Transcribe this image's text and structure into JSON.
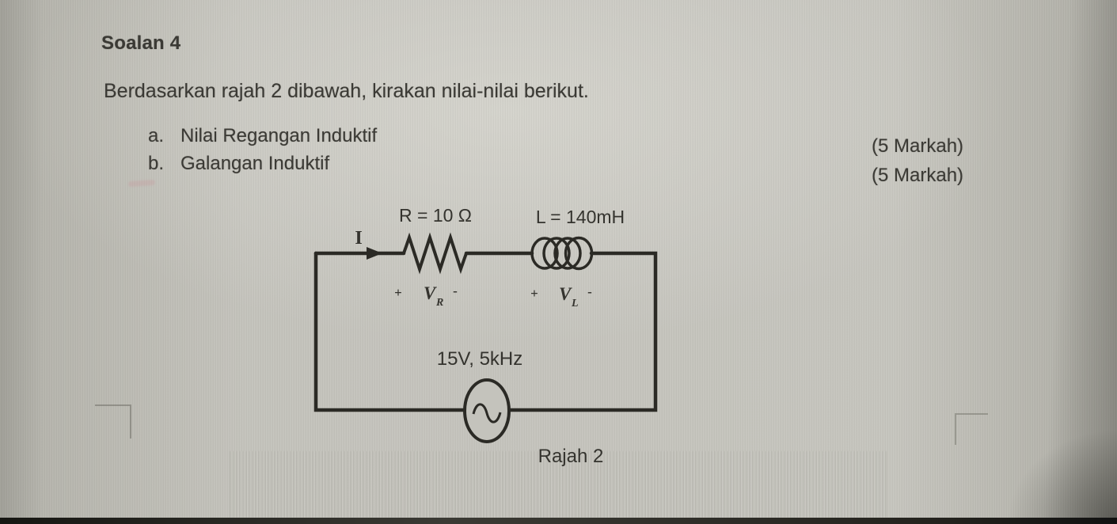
{
  "page": {
    "title": "Soalan 4",
    "intro": "Berdasarkan rajah 2 dibawah, kirakan nilai-nilai berikut.",
    "items": [
      {
        "label": "a.",
        "text": "Nilai Regangan Induktif",
        "marks": "(5 Markah)"
      },
      {
        "label": "b.",
        "text": "Galangan Induktif",
        "marks": "(5 Markah)"
      }
    ]
  },
  "circuit": {
    "resistor_label": "R = 10 Ω",
    "inductor_label": "L = 140mH",
    "current_label": "I",
    "vr_plus": "+",
    "vr_v": "V",
    "vr_sub": "R",
    "vr_minus": "-",
    "vl_plus": "+",
    "vl_v": "V",
    "vl_sub": "L",
    "vl_minus": "-",
    "source_label": "15V, 5kHz",
    "caption": "Rajah 2"
  },
  "colors": {
    "ink": "#34332e",
    "line": "#2b2a25",
    "paper": "#c4c3bc"
  }
}
